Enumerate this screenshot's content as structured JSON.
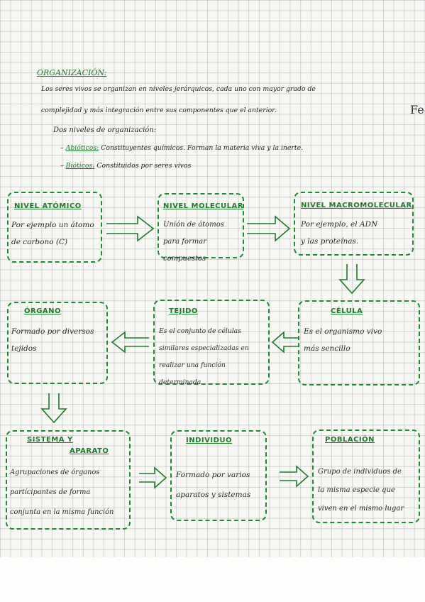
{
  "header": {
    "title": "ORGANIZACIÓN:",
    "line1": "Los seres vivos se organizan en niveles jerárquicos, cada uno con mayor grado de",
    "line2": "complejidad y más integración entre sus componentes que el anterior.",
    "line3": "Dos niveles de organización:",
    "abioticos_label": "Abióticos:",
    "abioticos_text": "Constituyentes químicos. Forman la materia viva y la inerte.",
    "bioticos_label": "Bióticos:",
    "bioticos_text": "Constituidos por seres vivos"
  },
  "margin_mark": "Fe",
  "boxes": {
    "atomico": {
      "title": "NIVEL ATÓMICO",
      "l1": "Por ejemplo un átomo",
      "l2": "de carbono (C)"
    },
    "molecular": {
      "title": "NIVEL MOLECULAR",
      "l1": "Unión de átomos",
      "l2": "para formar compuestos"
    },
    "macromolecular": {
      "title": "NIVEL MACROMOLECULAR",
      "l1": "Por ejemplo, el ADN",
      "l2": "y las proteínas."
    },
    "organo": {
      "title": "ÓRGANO",
      "l1": "Formado por diversos",
      "l2": "tejidos"
    },
    "tejido": {
      "title": "TEJIDO",
      "l1": "Es el conjunto de células",
      "l2": "similares especializadas en",
      "l3": "realizar una función determinada"
    },
    "celula": {
      "title": "CÉLULA",
      "l1": "Es el organismo vivo",
      "l2": "más sencillo"
    },
    "sistema": {
      "title1": "SISTEMA Y",
      "title2": "APARATO",
      "l1": "Agrupaciones de órganos",
      "l2": "partícipantes de forma",
      "l3": "conjunta en la misma función"
    },
    "individuo": {
      "title": "INDIVIDUO",
      "l1": "Formado por varios",
      "l2": "aparatos y sistemas"
    },
    "poblacion": {
      "title": "POBLACIÓN",
      "l1": "Grupo de individuos de",
      "l2": "la misma especie que",
      "l3": "viven en el mismo lugar"
    }
  },
  "colors": {
    "ink_green": "#1f7a2e",
    "box_border": "#1f8a36",
    "ink": "#222222"
  }
}
